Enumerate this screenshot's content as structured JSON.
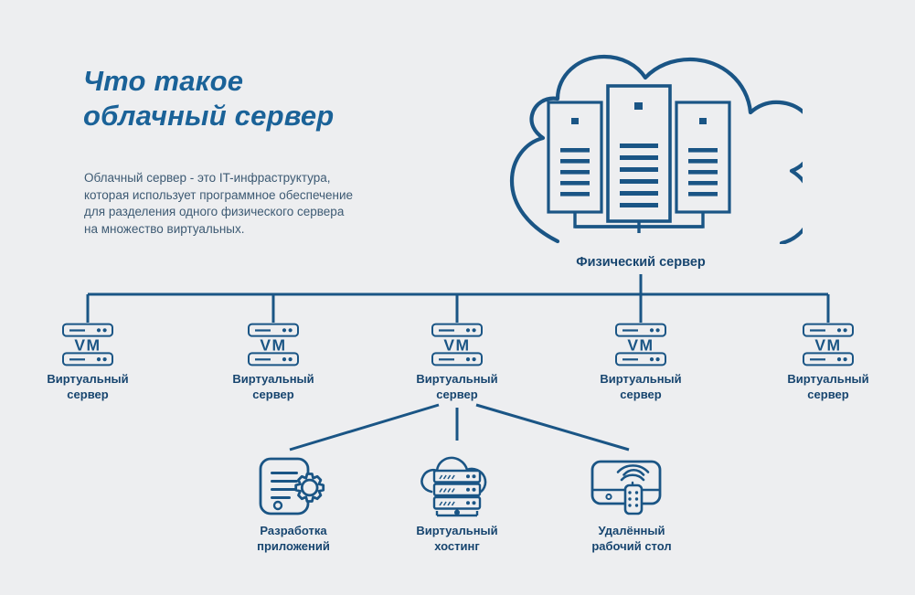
{
  "page": {
    "background_color": "#edeef0",
    "accent_color": "#1a6298",
    "stroke_color": "#1a5585",
    "label_color": "#17456f",
    "body_text_color": "#3d5a73"
  },
  "headline": {
    "line1": "Что такое",
    "line2": "облачный сервер"
  },
  "description": {
    "line1": "Облачный сервер - это IT-инфраструктура,",
    "line2": "которая использует программное обеспечение",
    "line3": "для разделения одного физического сервера",
    "line4": "на множество виртуальных."
  },
  "physical_server": {
    "label": "Физический сервер",
    "icon": "cloud-with-server-racks-icon",
    "racks": [
      {
        "name": "rack-left",
        "bars": 5,
        "led": true
      },
      {
        "name": "rack-center",
        "bars": 6,
        "led": true
      },
      {
        "name": "rack-right",
        "bars": 5,
        "led": true
      }
    ]
  },
  "virtual_servers": [
    {
      "icon": "vm-icon",
      "badge": "VM",
      "label_line1": "Виртуальный",
      "label_line2": "сервер"
    },
    {
      "icon": "vm-icon",
      "badge": "VM",
      "label_line1": "Виртуальный",
      "label_line2": "сервер"
    },
    {
      "icon": "vm-icon",
      "badge": "VM",
      "label_line1": "Виртуальный",
      "label_line2": "сервер"
    },
    {
      "icon": "vm-icon",
      "badge": "VM",
      "label_line1": "Виртуальный",
      "label_line2": "сервер"
    },
    {
      "icon": "vm-icon",
      "badge": "VM",
      "label_line1": "Виртуальный",
      "label_line2": "сервер"
    }
  ],
  "use_cases": [
    {
      "icon": "document-gear-icon",
      "label_line1": "Разработка",
      "label_line2": "приложений"
    },
    {
      "icon": "cloud-server-rack-icon",
      "label_line1": "Виртуальный",
      "label_line2": "хостинг"
    },
    {
      "icon": "monitor-wifi-remote-icon",
      "label_line1": "Удалённый",
      "label_line2": "рабочий стол"
    }
  ]
}
